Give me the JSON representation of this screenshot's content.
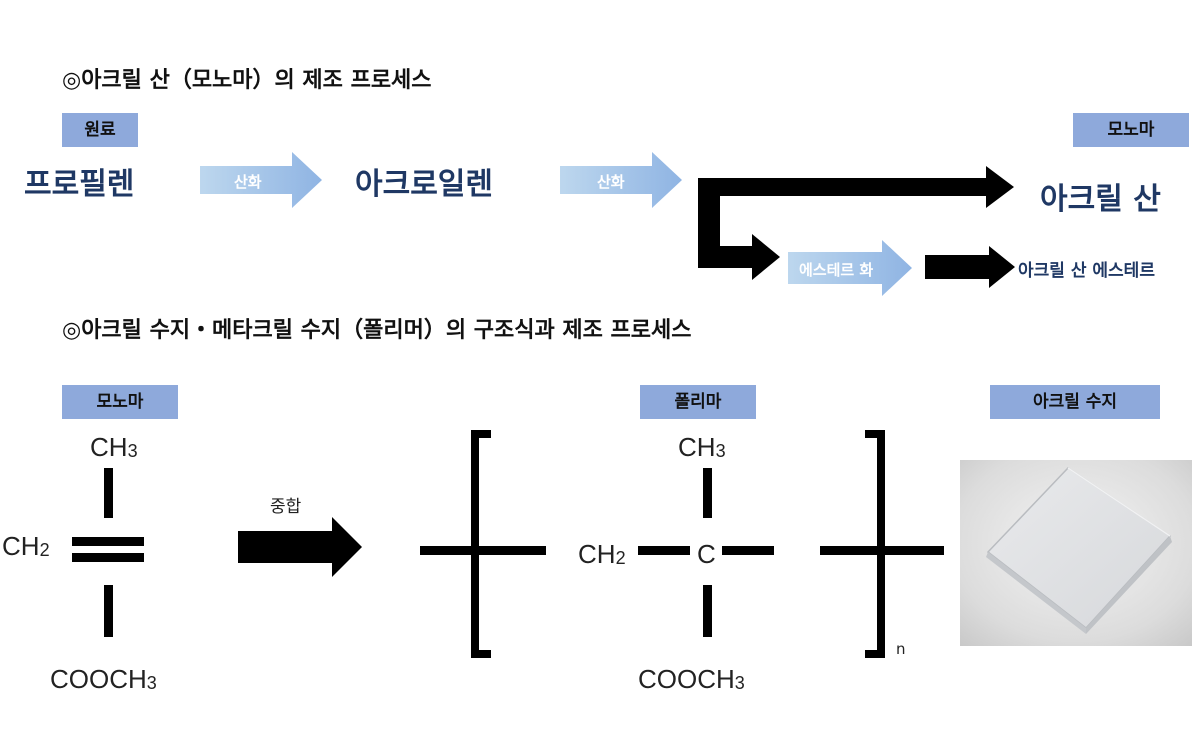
{
  "section1": {
    "title": "◎아크릴 산（모노마）의 제조 프로세스",
    "tag_raw": "원료",
    "tag_monomer": "모노마",
    "propylene": "프로필렌",
    "step1": "산화",
    "acrolein": "아크로일렌",
    "step2": "산화",
    "acrylic_acid": "아크릴 산",
    "step3": "에스테르 화",
    "acrylic_ester": "아크릴 산 에스테르"
  },
  "section2": {
    "title": "◎아크릴 수지・메타크릴 수지（폴리머）의 구조식과 제조 프로세스",
    "tag_monomer": "모노마",
    "tag_polymer": "폴리마",
    "tag_resin": "아크릴 수지",
    "polymerization": "중합",
    "monomer": {
      "top": "CH",
      "top_sub": "3",
      "left": "CH",
      "left_sub": "2",
      "bottom": "COOCH",
      "bottom_sub": "3"
    },
    "polymer": {
      "top": "CH",
      "top_sub": "3",
      "left": "CH",
      "left_sub": "2",
      "center": "C",
      "bottom": "COOCH",
      "bottom_sub": "3",
      "repeat": "n"
    }
  },
  "colors": {
    "tag": "#8EA9DB",
    "text_blue": "#1F3864",
    "arrow_light": "#9DC3E6"
  },
  "icons": {
    "product_image": "acrylic-sheet-photo"
  }
}
